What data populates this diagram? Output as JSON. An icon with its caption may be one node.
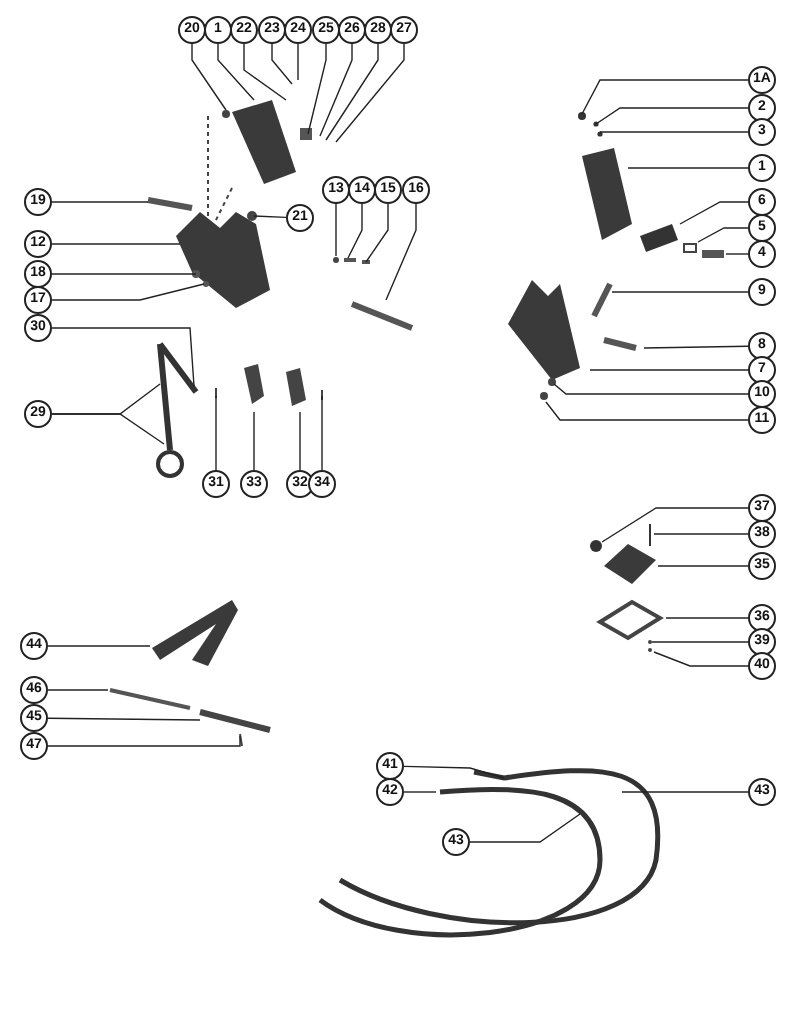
{
  "diagram": {
    "nodes": [
      {
        "text": [
          "20"
        ]
      },
      {
        "text": [
          "1"
        ]
      },
      {
        "text": [
          "22"
        ]
      },
      {
        "text": [
          "23"
        ]
      },
      {
        "text": [
          "24"
        ]
      },
      {
        "text": [
          "25"
        ]
      },
      {
        "text": [
          "26"
        ]
      },
      {
        "text": [
          "28"
        ]
      },
      {
        "text": [
          "27"
        ]
      },
      {
        "text": [
          "1A"
        ]
      },
      {
        "text": [
          "2"
        ]
      },
      {
        "text": [
          "3"
        ]
      },
      {
        "text": [
          "1"
        ]
      },
      {
        "text": [
          "6"
        ]
      },
      {
        "text": [
          "5"
        ]
      },
      {
        "text": [
          "4"
        ]
      },
      {
        "text": [
          "13"
        ]
      },
      {
        "text": [
          "14"
        ]
      },
      {
        "text": [
          "15"
        ]
      },
      {
        "text": [
          "16"
        ]
      },
      {
        "text": [
          "19"
        ]
      },
      {
        "text": [
          "21"
        ]
      },
      {
        "text": [
          "12"
        ]
      },
      {
        "text": [
          "18"
        ]
      },
      {
        "text": [
          "17"
        ]
      },
      {
        "text": [
          "9"
        ]
      },
      {
        "text": [
          "30"
        ]
      },
      {
        "text": [
          "8"
        ]
      },
      {
        "text": [
          "7"
        ]
      },
      {
        "text": [
          "10"
        ]
      },
      {
        "text": [
          "11"
        ]
      },
      {
        "text": [
          "29"
        ]
      },
      {
        "text": [
          "31"
        ]
      },
      {
        "text": [
          "33"
        ]
      },
      {
        "text": [
          "32"
        ]
      },
      {
        "text": [
          "34"
        ]
      },
      {
        "text": [
          "37"
        ]
      },
      {
        "text": [
          "38"
        ]
      },
      {
        "text": [
          "35"
        ]
      },
      {
        "text": [
          "36"
        ]
      },
      {
        "text": [
          "39"
        ]
      },
      {
        "text": [
          "40"
        ]
      },
      {
        "text": [
          "44"
        ]
      },
      {
        "text": [
          "46"
        ]
      },
      {
        "text": [
          "45"
        ]
      },
      {
        "text": [
          "47"
        ]
      },
      {
        "text": [
          "41"
        ]
      },
      {
        "text": [
          "42"
        ]
      },
      {
        "text": [
          "43"
        ]
      },
      {
        "text": [
          "43"
        ]
      }
    ],
    "edges": [
      {
        "from": 0,
        "to": null,
        "arrow": "none"
      },
      {
        "from": 1,
        "to": null,
        "arrow": "none"
      },
      {
        "from": 2,
        "to": null,
        "arrow": "none"
      },
      {
        "from": 3,
        "to": null,
        "arrow": "none"
      },
      {
        "from": 4,
        "to": null,
        "arrow": "none"
      },
      {
        "from": 5,
        "to": null,
        "arrow": "none"
      },
      {
        "from": 6,
        "to": null,
        "arrow": "none"
      },
      {
        "from": 7,
        "to": null,
        "arrow": "none"
      },
      {
        "from": 8,
        "to": null,
        "arrow": "none"
      },
      {
        "from": 9,
        "to": null,
        "arrow": "none"
      },
      {
        "from": 10,
        "to": null,
        "arrow": "none"
      },
      {
        "from": 11,
        "to": null,
        "arrow": "none"
      },
      {
        "from": 12,
        "to": null,
        "arrow": "none"
      },
      {
        "from": 13,
        "to": null,
        "arrow": "none"
      },
      {
        "from": 14,
        "to": null,
        "arrow": "none"
      },
      {
        "from": 15,
        "to": null,
        "arrow": "none"
      },
      {
        "from": 16,
        "to": null,
        "arrow": "none"
      },
      {
        "from": 17,
        "to": null,
        "arrow": "none"
      },
      {
        "from": 18,
        "to": null,
        "arrow": "none"
      },
      {
        "from": 19,
        "to": null,
        "arrow": "none"
      },
      {
        "from": 20,
        "to": null,
        "arrow": "none"
      },
      {
        "from": 21,
        "to": null,
        "arrow": "none"
      },
      {
        "from": 22,
        "to": null,
        "arrow": "none"
      },
      {
        "from": 23,
        "to": null,
        "arrow": "none"
      },
      {
        "from": 24,
        "to": null,
        "arrow": "none"
      },
      {
        "from": 25,
        "to": null,
        "arrow": "none"
      },
      {
        "from": 26,
        "to": null,
        "arrow": "none"
      },
      {
        "from": 27,
        "to": null,
        "arrow": "none"
      },
      {
        "from": 28,
        "to": null,
        "arrow": "none"
      },
      {
        "from": 29,
        "to": null,
        "arrow": "none"
      },
      {
        "from": 30,
        "to": null,
        "arrow": "none"
      },
      {
        "from": 31,
        "to": null,
        "arrow": "none"
      },
      {
        "from": 31,
        "to": null,
        "arrow": "none"
      },
      {
        "from": 32,
        "to": null,
        "arrow": "none"
      },
      {
        "from": 33,
        "to": null,
        "arrow": "none"
      },
      {
        "from": 34,
        "to": null,
        "arrow": "none"
      },
      {
        "from": 35,
        "to": null,
        "arrow": "none"
      },
      {
        "from": 36,
        "to": null,
        "arrow": "none"
      },
      {
        "from": 37,
        "to": null,
        "arrow": "none"
      },
      {
        "from": 38,
        "to": null,
        "arrow": "none"
      },
      {
        "from": 39,
        "to": null,
        "arrow": "none"
      },
      {
        "from": 40,
        "to": null,
        "arrow": "none"
      },
      {
        "from": 41,
        "to": null,
        "arrow": "none"
      },
      {
        "from": 42,
        "to": null,
        "arrow": "none"
      },
      {
        "from": 43,
        "to": null,
        "arrow": "none"
      },
      {
        "from": 44,
        "to": null,
        "arrow": "none"
      },
      {
        "from": 45,
        "to": null,
        "arrow": "none"
      },
      {
        "from": 46,
        "to": null,
        "arrow": "none"
      },
      {
        "from": 47,
        "to": null,
        "arrow": "none"
      },
      {
        "from": 48,
        "to": null,
        "arrow": "none"
      },
      {
        "from": 49,
        "to": null,
        "arrow": "none"
      }
    ]
  }
}
